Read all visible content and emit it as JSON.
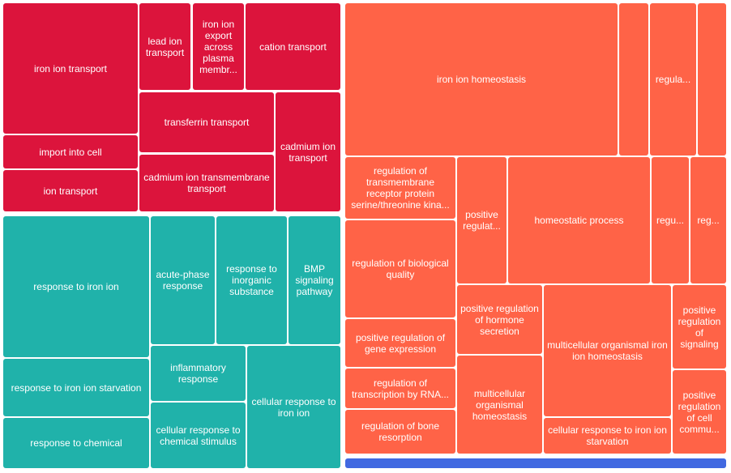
{
  "chart_data": {
    "type": "treemap",
    "colors": {
      "transport": "#dc143c",
      "response": "#20b2aa",
      "homeostasis": "#ff6347",
      "other": "#4169e1"
    },
    "groups": [
      {
        "color_key": "transport",
        "tiles": [
          {
            "id": "iron-ion-transport",
            "label": "iron ion transport"
          },
          {
            "id": "import-into-cell",
            "label": "import into cell"
          },
          {
            "id": "ion-transport",
            "label": "ion transport"
          },
          {
            "id": "lead-ion-transport",
            "label": "lead ion transport"
          },
          {
            "id": "iron-ion-export",
            "label": "iron ion export across plasma membr..."
          },
          {
            "id": "cation-transport",
            "label": "cation transport"
          },
          {
            "id": "transferrin-transport",
            "label": "transferrin transport"
          },
          {
            "id": "cadmium-ion-transmembrane-transport",
            "label": "cadmium ion transmembrane transport"
          },
          {
            "id": "cadmium-ion-transport",
            "label": "cadmium ion transport"
          }
        ]
      },
      {
        "color_key": "response",
        "tiles": [
          {
            "id": "response-to-iron-ion",
            "label": "response to iron ion"
          },
          {
            "id": "response-to-iron-ion-starvation",
            "label": "response to iron ion starvation"
          },
          {
            "id": "response-to-chemical",
            "label": "response to chemical"
          },
          {
            "id": "acute-phase-response",
            "label": "acute-phase response"
          },
          {
            "id": "response-to-inorganic-substance",
            "label": "response to inorganic substance"
          },
          {
            "id": "bmp-signaling-pathway",
            "label": "BMP signaling pathway"
          },
          {
            "id": "inflammatory-response",
            "label": "inflammatory response"
          },
          {
            "id": "cellular-response-to-chemical-stimulus",
            "label": "cellular response to chemical stimulus"
          },
          {
            "id": "cellular-response-to-iron-ion",
            "label": "cellular response to iron ion"
          }
        ]
      },
      {
        "color_key": "homeostasis",
        "tiles": [
          {
            "id": "iron-ion-homeostasis",
            "label": "iron ion homeostasis"
          },
          {
            "id": "unlabeled-1",
            "label": ""
          },
          {
            "id": "regula-1",
            "label": "regula..."
          },
          {
            "id": "unlabeled-2",
            "label": ""
          },
          {
            "id": "regulation-of-transmembrane-receptor",
            "label": "regulation of transmembrane receptor protein serine/threonine kina..."
          },
          {
            "id": "positive-regulat",
            "label": "positive regulat..."
          },
          {
            "id": "homeostatic-process",
            "label": "homeostatic process"
          },
          {
            "id": "regu-1",
            "label": "regu..."
          },
          {
            "id": "reg-1",
            "label": "reg..."
          },
          {
            "id": "regulation-of-biological-quality",
            "label": "regulation of biological quality"
          },
          {
            "id": "positive-regulation-of-gene-expression",
            "label": "positive regulation of gene expression"
          },
          {
            "id": "regulation-of-transcription-by-rna",
            "label": "regulation of transcription by RNA..."
          },
          {
            "id": "regulation-of-bone-resorption",
            "label": "regulation of bone resorption"
          },
          {
            "id": "positive-regulation-of-hormone-secretion",
            "label": "positive regulation of hormone secretion"
          },
          {
            "id": "multicellular-organismal-homeostasis",
            "label": "multicellular organismal homeostasis"
          },
          {
            "id": "multicellular-organismal-iron-ion-homeostasis",
            "label": "multicellular organismal iron ion homeostasis"
          },
          {
            "id": "cellular-response-to-iron-ion-starvation",
            "label": "cellular response to iron ion starvation"
          },
          {
            "id": "positive-regulation-of-signaling",
            "label": "positive regulation of signaling"
          },
          {
            "id": "positive-regulation-of-cell-commu",
            "label": "positive regulation of cell commu..."
          }
        ]
      },
      {
        "color_key": "other",
        "tiles": [
          {
            "id": "unlabeled-blue",
            "label": ""
          }
        ]
      }
    ]
  }
}
